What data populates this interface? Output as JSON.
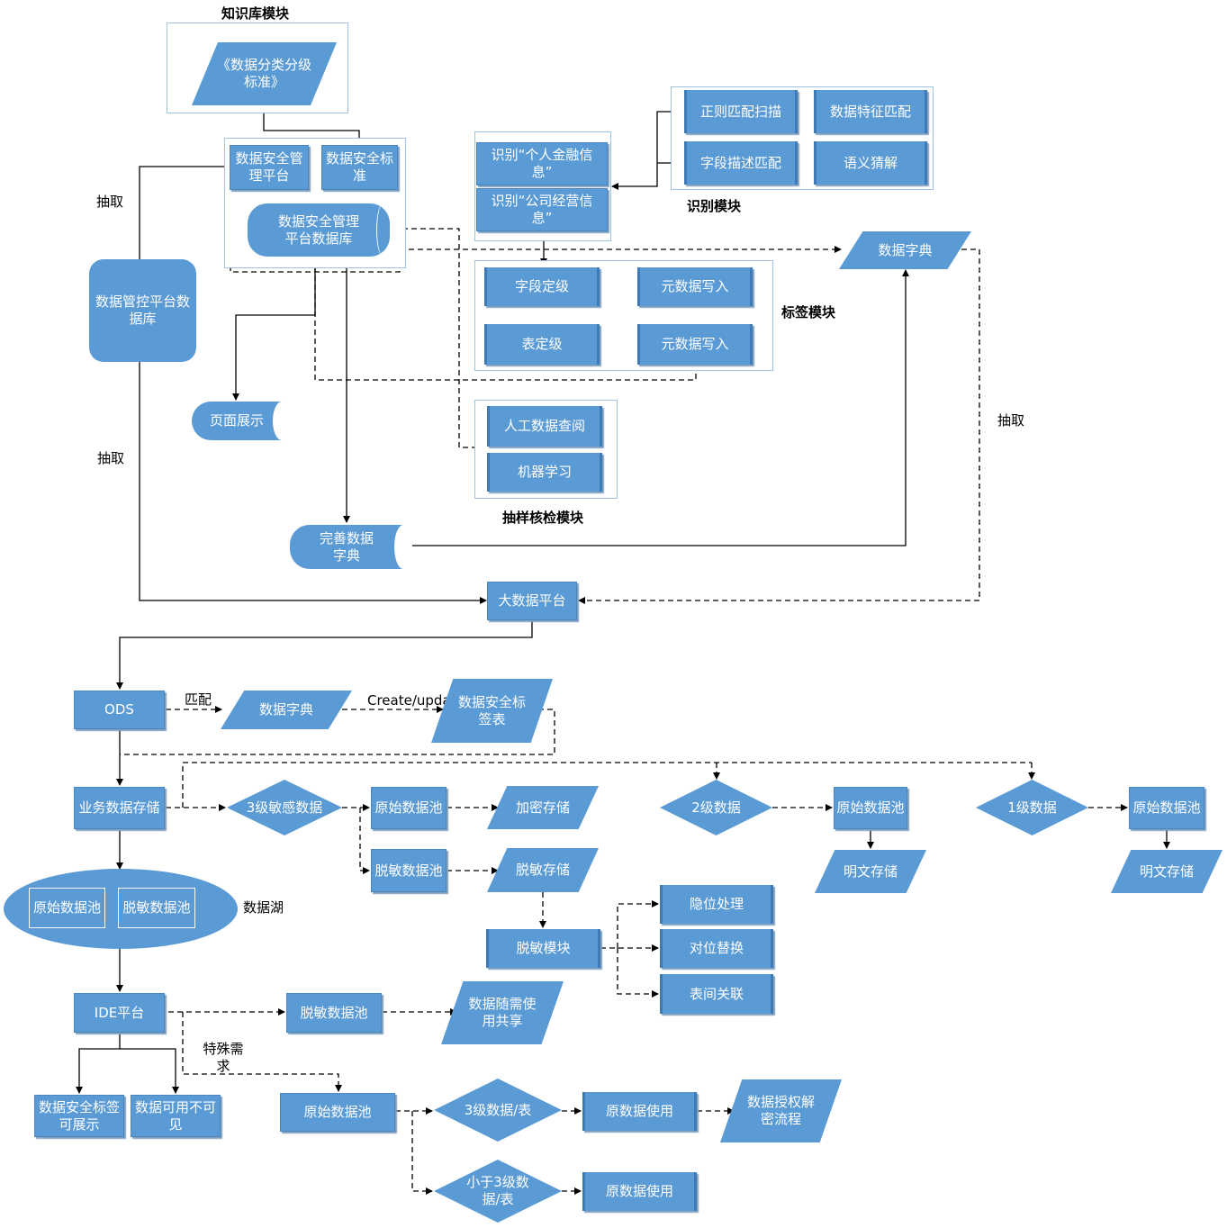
{
  "modules": {
    "knowledge": {
      "title": "知识库模块",
      "standard_doc": "《数据分类分级标准》"
    },
    "platform": {
      "mgmt_platform": "数据安全管理平台",
      "security_standard": "数据安全标准",
      "platform_db": "数据安全管理平台数据库"
    },
    "recognition": {
      "title": "识别模块",
      "regex_scan": "正则匹配扫描",
      "feature_match": "数据特征匹配",
      "field_desc_match": "字段描述匹配",
      "semantic_guess": "语义猜解",
      "identify_personal": "识别“个人金融信息”",
      "identify_company": "识别“公司经营信息”"
    },
    "tagging": {
      "title": "标签模块",
      "field_grading": "字段定级",
      "metadata_write_1": "元数据写入",
      "table_grading": "表定级",
      "metadata_write_2": "元数据写入"
    },
    "sampling": {
      "title": "抽样核检模块",
      "manual_review": "人工数据查阅",
      "machine_learning": "机器学习"
    },
    "left": {
      "control_db": "数据管控平台数据库",
      "extract_top": "抽取",
      "extract_mid": "抽取",
      "page_display": "页面展示",
      "refine_dict": "完善数据字典"
    },
    "right": {
      "data_dict": "数据字典",
      "extract_right": "抽取"
    },
    "bigdata": "大数据平台"
  },
  "pipeline": {
    "ods": "ODS",
    "match": "匹配",
    "data_dict": "数据字典",
    "create_update": "Create/update",
    "security_tag_table": "数据安全标签表",
    "business_storage": "业务数据存储",
    "level3": "3级敏感数据",
    "level2": "2级数据",
    "level1": "1级数据",
    "raw_pool_3": "原始数据池",
    "raw_pool_2": "原始数据池",
    "raw_pool_1": "原始数据池",
    "encrypt_storage": "加密存储",
    "desens_pool": "脱敏数据池",
    "desens_storage": "脱敏存储",
    "plain_storage_2": "明文存储",
    "plain_storage_1": "明文存储",
    "desens_module": "脱敏模块",
    "mask": "隐位处理",
    "substitute": "对位替换",
    "cross_table": "表间关联",
    "data_lake": "数据湖",
    "lake_raw": "原始数据池",
    "lake_desens": "脱敏数据池",
    "ide": "IDE平台",
    "ide_desens_pool": "脱敏数据池",
    "share": "数据随需使用共享",
    "special_need": "特殊需求",
    "tag_display": "数据安全标签可展示",
    "usable_invisible": "数据可用不可见",
    "ide_raw_pool": "原始数据池",
    "level3_table": "3级数据/表",
    "below3_table": "小于3级数据/表",
    "raw_use_1": "原数据使用",
    "raw_use_2": "原数据使用",
    "auth_flow": "数据授权解密流程"
  }
}
